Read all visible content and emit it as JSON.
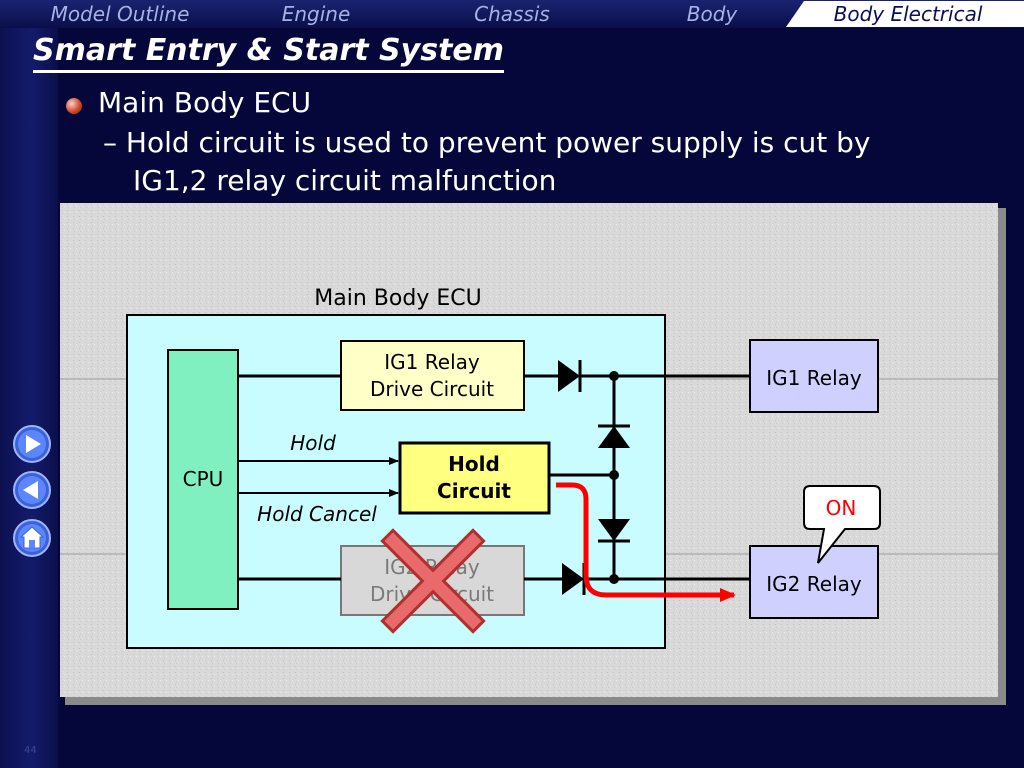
{
  "nav": {
    "tabs": [
      {
        "label": "Model Outline"
      },
      {
        "label": "Engine"
      },
      {
        "label": "Chassis"
      },
      {
        "label": "Body"
      },
      {
        "label": "Body Electrical"
      }
    ]
  },
  "slide": {
    "title": "Smart Entry & Start System",
    "bullet": "Main Body ECU",
    "sub_line1": "– Hold circuit is used to prevent power supply is cut by",
    "sub_line2": "IG1,2 relay circuit malfunction",
    "page_number": "44"
  },
  "diagram": {
    "ecu_label": "Main Body ECU",
    "cpu_label": "CPU",
    "ig1_drive_line1": "IG1 Relay",
    "ig1_drive_line2": "Drive Circuit",
    "hold_signal": "Hold",
    "hold_cancel_signal": "Hold Cancel",
    "hold_circuit_line1": "Hold",
    "hold_circuit_line2": "Circuit",
    "ig2_drive_line1": "IG2 Relay",
    "ig2_drive_line2": "Drive Circuit",
    "ig1_relay": "IG1 Relay",
    "ig2_relay": "IG2 Relay",
    "on_callout": "ON"
  },
  "colors": {
    "background": "#05073a",
    "ecu_fill": "#c8fcff",
    "cpu_fill": "#80f0c0",
    "drive_fill": "#ffffc8",
    "hold_fill": "#ffff80",
    "relay_fill": "#d0d0ff",
    "disabled_fill": "#d8d8d8",
    "x_mark": "#e06060",
    "arrow": "#ff0000",
    "on_text": "#ff0000"
  },
  "icons": [
    "forward-arrow-icon",
    "back-arrow-icon",
    "home-icon",
    "bullet-sphere-icon"
  ]
}
